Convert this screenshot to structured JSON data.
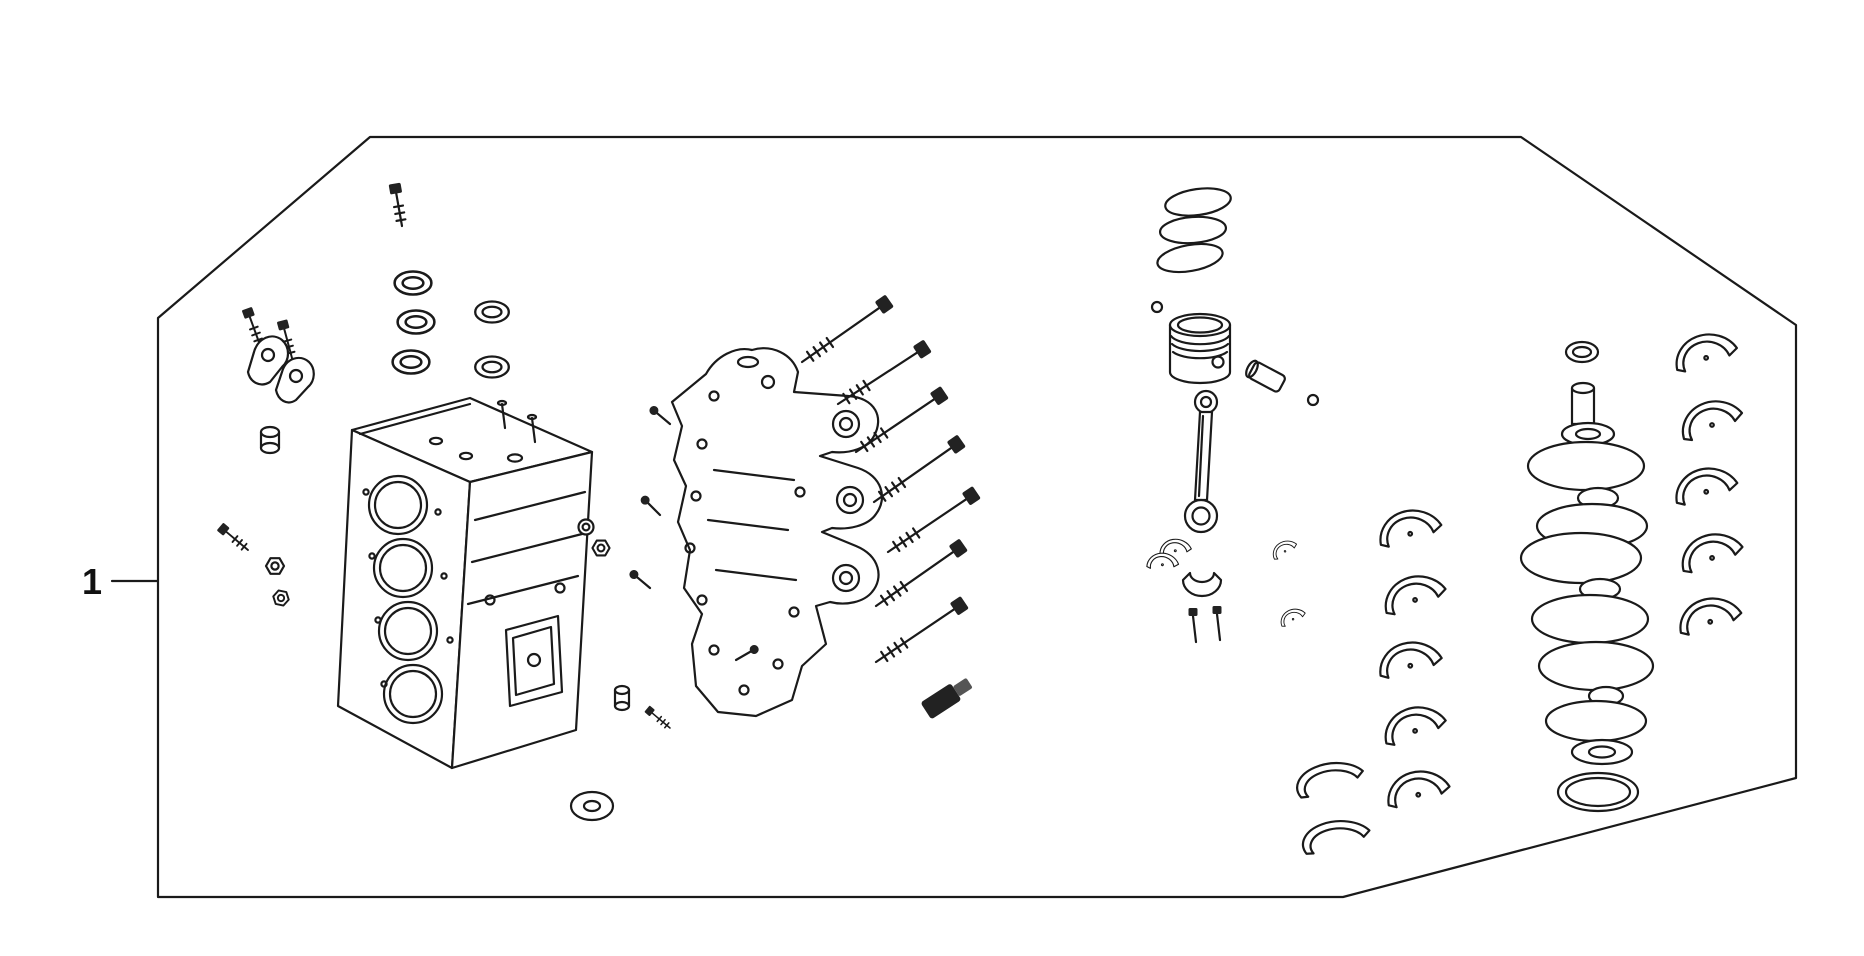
{
  "page": {
    "background": "#ffffff",
    "line_color": "#1a1a1a"
  },
  "diagram": {
    "type": "exploded-parts-diagram",
    "callouts": [
      {
        "label": "1"
      }
    ],
    "parts": [
      {
        "name": "cylinder-block"
      },
      {
        "name": "cylinder-block-hardware"
      },
      {
        "name": "seal-rings"
      },
      {
        "name": "oil-seal"
      },
      {
        "name": "dowel-pin-hardware"
      },
      {
        "name": "crankcase-half"
      },
      {
        "name": "crankcase-bolts"
      },
      {
        "name": "sensor-plug"
      },
      {
        "name": "piston-rings"
      },
      {
        "name": "piston"
      },
      {
        "name": "piston-pin"
      },
      {
        "name": "piston-pin-clips"
      },
      {
        "name": "connecting-rod"
      },
      {
        "name": "connecting-rod-cap"
      },
      {
        "name": "connecting-rod-bearings"
      },
      {
        "name": "connecting-rod-bolts"
      },
      {
        "name": "crankshaft"
      },
      {
        "name": "crankshaft-top-ring"
      },
      {
        "name": "main-bearing-shells-left"
      },
      {
        "name": "main-bearing-shells-right"
      },
      {
        "name": "thrust-washers"
      },
      {
        "name": "crankshaft-o-ring"
      }
    ]
  }
}
